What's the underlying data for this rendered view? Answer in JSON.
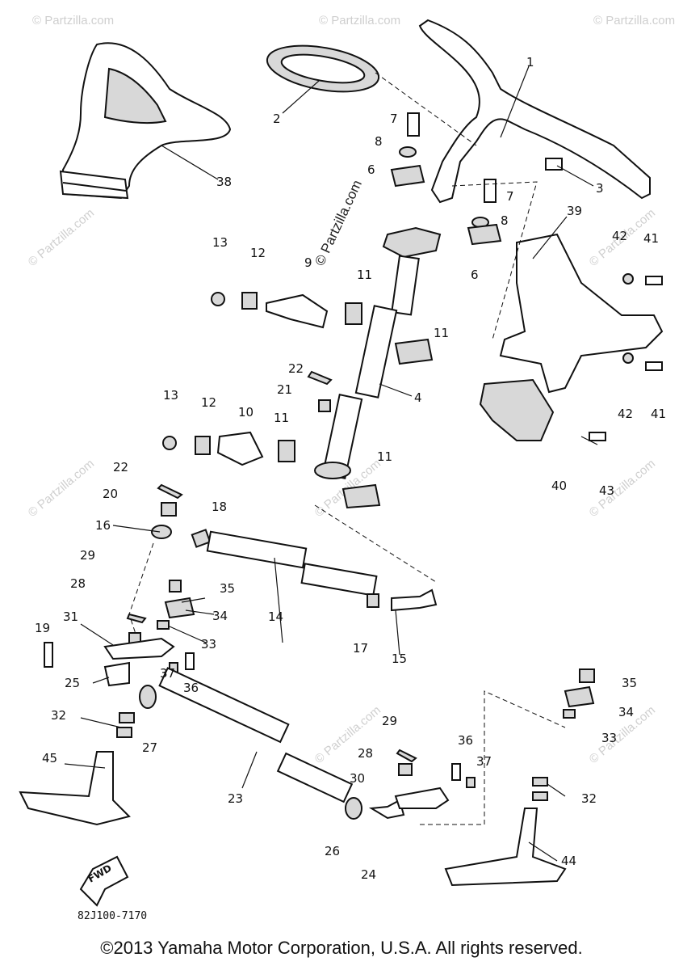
{
  "diagram": {
    "callouts": [
      {
        "id": "c1",
        "label": "1"
      },
      {
        "id": "c2",
        "label": "2"
      },
      {
        "id": "c3",
        "label": "3"
      },
      {
        "id": "c4",
        "label": "4"
      },
      {
        "id": "c6a",
        "label": "6"
      },
      {
        "id": "c6b",
        "label": "6"
      },
      {
        "id": "c7a",
        "label": "7"
      },
      {
        "id": "c7b",
        "label": "7"
      },
      {
        "id": "c8a",
        "label": "8"
      },
      {
        "id": "c8b",
        "label": "8"
      },
      {
        "id": "c9",
        "label": "9"
      },
      {
        "id": "c10",
        "label": "10"
      },
      {
        "id": "c11a",
        "label": "11"
      },
      {
        "id": "c11b",
        "label": "11"
      },
      {
        "id": "c11c",
        "label": "11"
      },
      {
        "id": "c11d",
        "label": "11"
      },
      {
        "id": "c12a",
        "label": "12"
      },
      {
        "id": "c12b",
        "label": "12"
      },
      {
        "id": "c13a",
        "label": "13"
      },
      {
        "id": "c13b",
        "label": "13"
      },
      {
        "id": "c14",
        "label": "14"
      },
      {
        "id": "c15",
        "label": "15"
      },
      {
        "id": "c16",
        "label": "16"
      },
      {
        "id": "c17",
        "label": "17"
      },
      {
        "id": "c18",
        "label": "18"
      },
      {
        "id": "c19",
        "label": "19"
      },
      {
        "id": "c20",
        "label": "20"
      },
      {
        "id": "c21",
        "label": "21"
      },
      {
        "id": "c22a",
        "label": "22"
      },
      {
        "id": "c22b",
        "label": "22"
      },
      {
        "id": "c23",
        "label": "23"
      },
      {
        "id": "c24",
        "label": "24"
      },
      {
        "id": "c25",
        "label": "25"
      },
      {
        "id": "c26",
        "label": "26"
      },
      {
        "id": "c27",
        "label": "27"
      },
      {
        "id": "c28a",
        "label": "28"
      },
      {
        "id": "c28b",
        "label": "28"
      },
      {
        "id": "c29a",
        "label": "29"
      },
      {
        "id": "c29b",
        "label": "29"
      },
      {
        "id": "c30",
        "label": "30"
      },
      {
        "id": "c31",
        "label": "31"
      },
      {
        "id": "c32a",
        "label": "32"
      },
      {
        "id": "c32b",
        "label": "32"
      },
      {
        "id": "c33a",
        "label": "33"
      },
      {
        "id": "c33b",
        "label": "33"
      },
      {
        "id": "c34a",
        "label": "34"
      },
      {
        "id": "c34b",
        "label": "34"
      },
      {
        "id": "c35a",
        "label": "35"
      },
      {
        "id": "c35b",
        "label": "35"
      },
      {
        "id": "c36a",
        "label": "36"
      },
      {
        "id": "c36b",
        "label": "36"
      },
      {
        "id": "c37a",
        "label": "37"
      },
      {
        "id": "c37b",
        "label": "37"
      },
      {
        "id": "c38",
        "label": "38"
      },
      {
        "id": "c39",
        "label": "39"
      },
      {
        "id": "c40",
        "label": "40"
      },
      {
        "id": "c41a",
        "label": "41"
      },
      {
        "id": "c41b",
        "label": "41"
      },
      {
        "id": "c42a",
        "label": "42"
      },
      {
        "id": "c42b",
        "label": "42"
      },
      {
        "id": "c43",
        "label": "43"
      },
      {
        "id": "c44",
        "label": "44"
      },
      {
        "id": "c45",
        "label": "45"
      }
    ],
    "fwd_label": "FWD",
    "watermark_text": "© Partzilla.com"
  },
  "drawing_code": "82J100-7170",
  "copyright": "©2013 Yamaha Motor Corporation, U.S.A. All rights reserved."
}
